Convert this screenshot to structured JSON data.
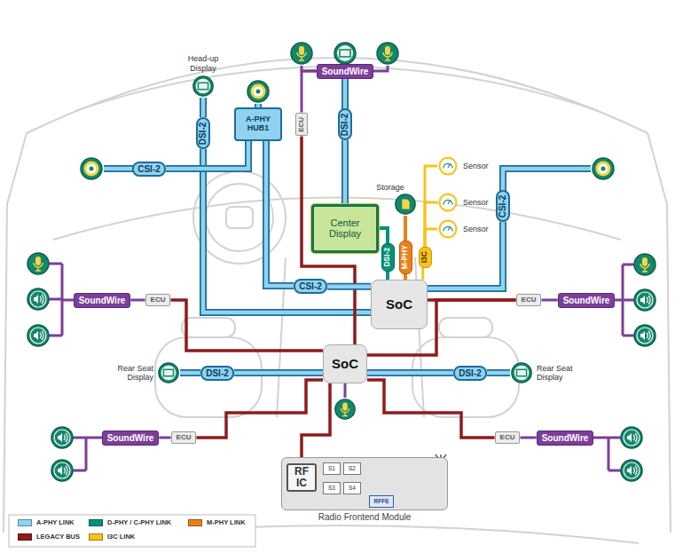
{
  "diagram": {
    "nodes": [
      {
        "text": [
          "Head-up Display"
        ]
      },
      {
        "text": [
          "SoundWire"
        ]
      },
      {
        "text": [
          "ECU"
        ]
      },
      {
        "text": [
          "DSI-2"
        ]
      },
      {
        "text": [
          "A-PHY HUB1"
        ]
      },
      {
        "text": [
          "DSI-2"
        ]
      },
      {
        "text": [
          "CSI-2"
        ]
      },
      {
        "text": [
          "Sensor"
        ]
      },
      {
        "text": [
          "Storage"
        ]
      },
      {
        "text": [
          "Sensor"
        ]
      },
      {
        "text": [
          "CSI-2"
        ]
      },
      {
        "text": [
          "Center Display"
        ]
      },
      {
        "text": [
          "Sensor"
        ]
      },
      {
        "text": [
          "DSI-2"
        ]
      },
      {
        "text": [
          "M-PHY"
        ]
      },
      {
        "text": [
          "I3C"
        ]
      },
      {
        "text": [
          "CSI-2"
        ]
      },
      {
        "text": [
          "SoC"
        ]
      },
      {
        "text": [
          "SoundWire"
        ]
      },
      {
        "text": [
          "ECU"
        ]
      },
      {
        "text": [
          "ECU"
        ]
      },
      {
        "text": [
          "SoundWire"
        ]
      },
      {
        "text": [
          "SoC"
        ]
      },
      {
        "text": [
          "Rear Seat Display"
        ]
      },
      {
        "text": [
          "DSI-2"
        ]
      },
      {
        "text": [
          "DSI-2"
        ]
      },
      {
        "text": [
          "Rear Seat Display"
        ]
      },
      {
        "text": [
          "SoundWire"
        ]
      },
      {
        "text": [
          "ECU"
        ]
      },
      {
        "text": [
          "ECU"
        ]
      },
      {
        "text": [
          "SoundWire"
        ]
      },
      {
        "text": [
          "Radio Frontend Module"
        ]
      },
      {
        "text": [
          "RF IC"
        ],
        "in": 31
      },
      {
        "text": [
          "S1"
        ],
        "in": 31
      },
      {
        "text": [
          "S2"
        ],
        "in": 31
      },
      {
        "text": [
          "S3"
        ],
        "in": 31
      },
      {
        "text": [
          "S4"
        ],
        "in": 31
      },
      {
        "text": [
          "RFFE"
        ],
        "in": 31
      }
    ],
    "edges": [
      {
        "from": 0,
        "to": 3,
        "arrow": "none"
      },
      {
        "from": 3,
        "to": 17,
        "arrow": "none"
      },
      {
        "from": 1,
        "to": 2,
        "arrow": "none"
      },
      {
        "from": 2,
        "to": 22,
        "arrow": "none"
      },
      {
        "from": 6,
        "to": 4,
        "arrow": "none"
      },
      {
        "from": 4,
        "to": 16,
        "arrow": "none"
      },
      {
        "from": 16,
        "to": 17,
        "arrow": "none"
      },
      {
        "from": 5,
        "to": 11,
        "arrow": "none"
      },
      {
        "from": 11,
        "to": 13,
        "arrow": "none"
      },
      {
        "from": 13,
        "to": 17,
        "arrow": "none"
      },
      {
        "from": 8,
        "to": 14,
        "arrow": "none"
      },
      {
        "from": 14,
        "to": 17,
        "arrow": "none"
      },
      {
        "from": 7,
        "to": 15,
        "arrow": "none"
      },
      {
        "from": 9,
        "to": 15,
        "arrow": "none"
      },
      {
        "from": 12,
        "to": 15,
        "arrow": "none"
      },
      {
        "from": 15,
        "to": 17,
        "arrow": "none"
      },
      {
        "from": 10,
        "to": 17,
        "arrow": "none"
      },
      {
        "from": 18,
        "to": 19,
        "arrow": "none"
      },
      {
        "from": 19,
        "to": 22,
        "arrow": "none"
      },
      {
        "from": 20,
        "to": 17,
        "arrow": "none"
      },
      {
        "from": 21,
        "to": 20,
        "arrow": "none"
      },
      {
        "from": 20,
        "to": 22,
        "arrow": "none"
      },
      {
        "from": 22,
        "to": 24,
        "arrow": "none"
      },
      {
        "from": 24,
        "to": 23,
        "arrow": "none"
      },
      {
        "from": 22,
        "to": 25,
        "arrow": "none"
      },
      {
        "from": 25,
        "to": 26,
        "arrow": "none"
      },
      {
        "from": 22,
        "to": 28,
        "arrow": "none"
      },
      {
        "from": 27,
        "to": 28,
        "arrow": "none"
      },
      {
        "from": 22,
        "to": 29,
        "arrow": "none"
      },
      {
        "from": 29,
        "to": 30,
        "arrow": "none"
      },
      {
        "from": 22,
        "to": 32,
        "arrow": "none"
      },
      {
        "from": 32,
        "to": 33,
        "arrow": "none"
      },
      {
        "from": 33,
        "to": 34,
        "arrow": "none"
      },
      {
        "from": 32,
        "to": 35,
        "arrow": "none"
      },
      {
        "from": 35,
        "to": 36,
        "arrow": "none"
      },
      {
        "from": 32,
        "to": 37,
        "arrow": "none"
      }
    ],
    "legend": [
      {
        "text": "A-PHY LINK",
        "color": "#8fd3f1"
      },
      {
        "text": "D-PHY / C-PHY LINK",
        "color": "#00917a"
      },
      {
        "text": "M-PHY LINK",
        "color": "#e8811c"
      },
      {
        "text": "LEGACY BUS",
        "color": "#8e1b1e"
      },
      {
        "text": "I3C LINK",
        "color": "#f8c31c"
      }
    ]
  }
}
